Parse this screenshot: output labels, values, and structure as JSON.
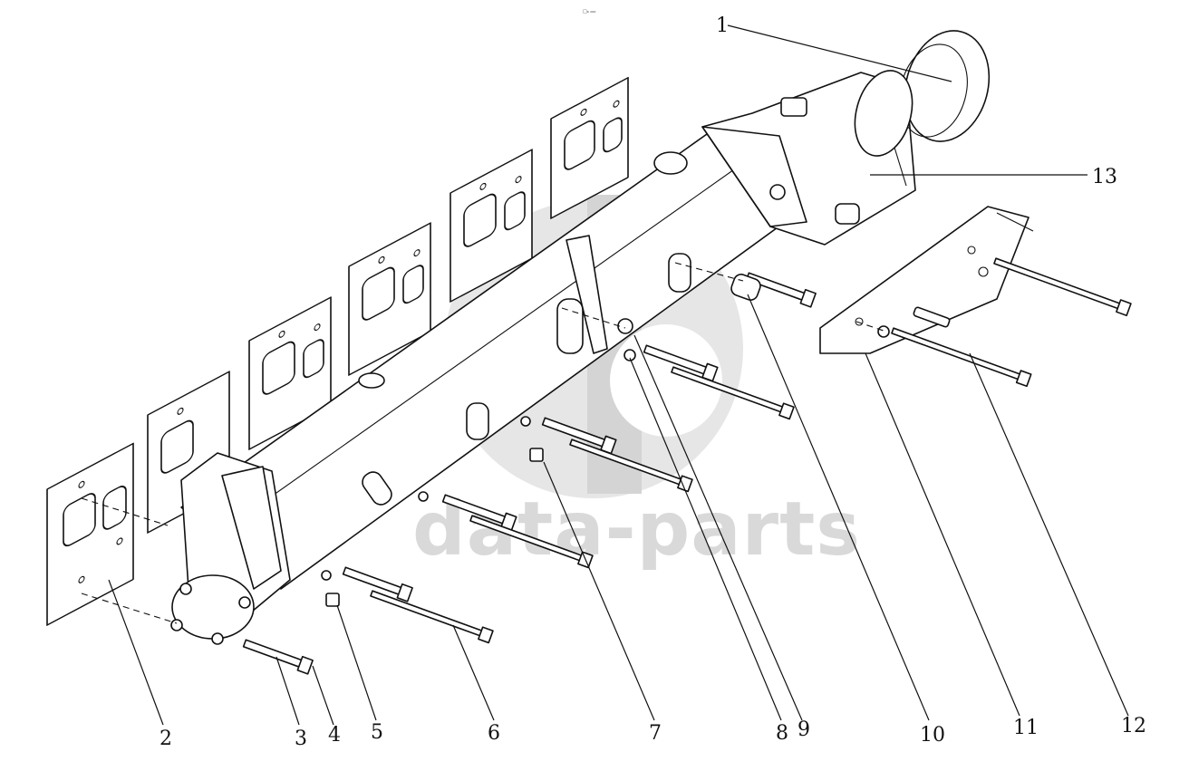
{
  "header": {
    "tiny_mark": "□₀ ₀₀₀"
  },
  "watermark": {
    "text": "data-parts",
    "logo_color": "#cfcfcf",
    "text_color": "#d9d9d9"
  },
  "callouts": [
    {
      "id": "c1",
      "label": "1"
    },
    {
      "id": "c2",
      "label": "2"
    },
    {
      "id": "c3",
      "label": "3"
    },
    {
      "id": "c4",
      "label": "4"
    },
    {
      "id": "c5",
      "label": "5"
    },
    {
      "id": "c6",
      "label": "6"
    },
    {
      "id": "c7",
      "label": "7"
    },
    {
      "id": "c8",
      "label": "8"
    },
    {
      "id": "c9",
      "label": "9"
    },
    {
      "id": "c10",
      "label": "10"
    },
    {
      "id": "c11",
      "label": "11"
    },
    {
      "id": "c12",
      "label": "12"
    },
    {
      "id": "c13",
      "label": "13"
    }
  ]
}
